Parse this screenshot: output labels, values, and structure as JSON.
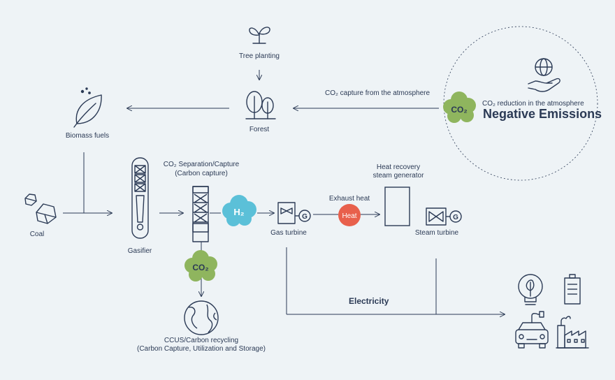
{
  "labels": {
    "tree_planting": "Tree planting",
    "forest": "Forest",
    "biomass_fuels": "Biomass fuels",
    "co2_capture_atmosphere": "CO₂ capture from the atmosphere",
    "co2_reduction": "CO₂ reduction in the atmosphere",
    "negative_emissions": "Negative Emissions",
    "coal": "Coal",
    "gasifier": "Gasifier",
    "co2_separation_line1": "CO₂ Separation/Capture",
    "co2_separation_line2": "(Carbon capture)",
    "gas_turbine": "Gas turbine",
    "exhaust_heat": "Exhaust heat",
    "hrsg_line1": "Heat recovery",
    "hrsg_line2": "steam generator",
    "steam_turbine": "Steam turbine",
    "electricity": "Electricity",
    "ccus_line1": "CCUS/Carbon recycling",
    "ccus_line2": "(Carbon Capture, Utilization and Storage)"
  },
  "badges": {
    "co2_top": "CO₂",
    "co2_bottom": "CO₂",
    "h2": "H₂",
    "heat": "Heat",
    "generator_gas": "G",
    "generator_steam": "G"
  },
  "colors": {
    "background": "#eef3f6",
    "line": "#2b3a55",
    "co2_green": "#8fb55e",
    "h2_blue": "#5bc0d8",
    "heat_red": "#e8604c"
  }
}
